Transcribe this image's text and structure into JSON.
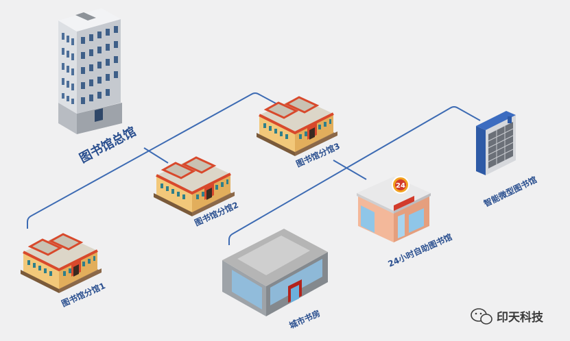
{
  "nodes": {
    "hq": "图书馆总馆",
    "branch1": "图书馆分馆1",
    "branch2": "图书馆分馆2",
    "branch3": "图书馆分馆3",
    "selfservice": "24小时自助图书馆",
    "citybook": "城市书房",
    "smart": "智能微型图书馆"
  },
  "signs": {
    "clock": "24"
  },
  "watermark": "印天科技",
  "colors": {
    "line": "#3d6bb3",
    "label": "#2a4f8f",
    "roof": "#d8492c",
    "wall": "#f2c87a"
  }
}
